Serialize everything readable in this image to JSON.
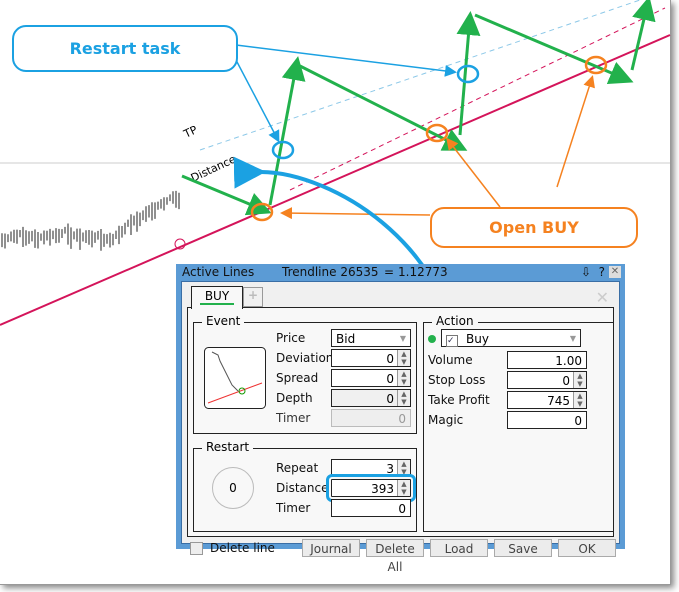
{
  "annotations": {
    "restart_task": "Restart task",
    "open_buy": "Open BUY",
    "tp_label": "TP",
    "distance_label": "Distance"
  },
  "colors": {
    "blue": "#1ba1e2",
    "orange": "#f58220",
    "green": "#22b14c",
    "red": "#d4145a"
  },
  "dialog": {
    "title": "Active Lines",
    "line_name": "Trendline 26535",
    "equals": "=",
    "price": "1.12773",
    "title_icons": [
      "pin-icon",
      "help-icon",
      "close-icon"
    ],
    "tabs": [
      {
        "label": "BUY"
      }
    ],
    "event": {
      "legend": "Event",
      "price_label": "Price",
      "price_value": "Bid",
      "deviation_label": "Deviation",
      "deviation": "0",
      "spread_label": "Spread",
      "spread": "0",
      "depth_label": "Depth",
      "depth": "0",
      "timer_label": "Timer",
      "timer": "0"
    },
    "action": {
      "legend": "Action",
      "type": "Buy",
      "volume_label": "Volume",
      "volume": "1.00",
      "sl_label": "Stop Loss",
      "sl": "0",
      "tp_label": "Take Profit",
      "tp": "745",
      "magic_label": "Magic",
      "magic": "0"
    },
    "restart": {
      "legend": "Restart",
      "counter": "0",
      "repeat_label": "Repeat",
      "repeat": "3",
      "distance_label": "Distance",
      "distance": "393",
      "timer_label": "Timer",
      "timer": "0"
    },
    "footer": {
      "delete_line": "Delete line",
      "journal": "Journal",
      "delete_all": "Delete All",
      "load": "Load",
      "save": "Save",
      "ok": "OK"
    }
  }
}
